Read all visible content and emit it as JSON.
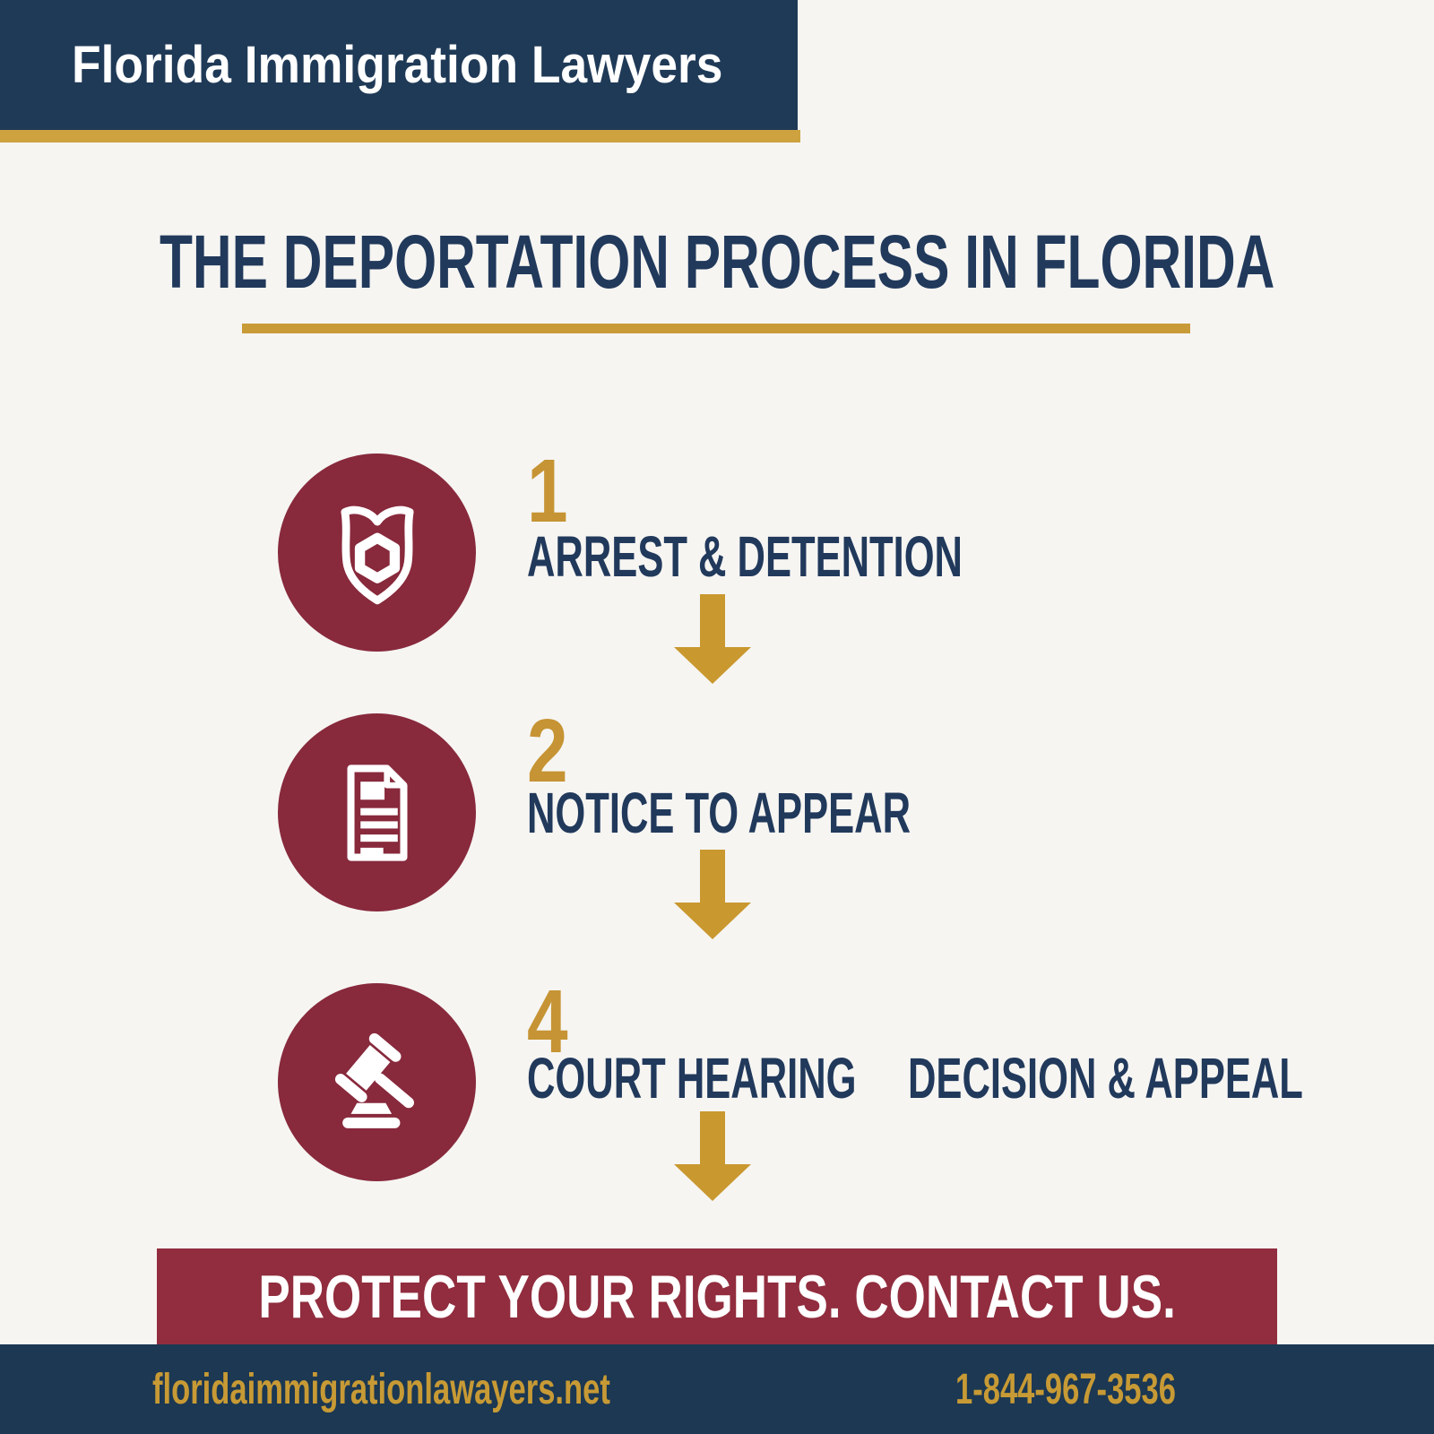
{
  "header": {
    "brand": "Florida Immigration Lawyers"
  },
  "title": "THE DEPORTATION PROCESS IN FLORIDA",
  "steps": [
    {
      "number": "1",
      "label": "ARREST & DETENTION",
      "icon": "badge-shield-icon"
    },
    {
      "number": "2",
      "label": "NOTICE TO APPEAR",
      "icon": "document-icon"
    },
    {
      "number": "4",
      "label": "COURT HEARING",
      "extra_label": "DECISION & APPEAL",
      "icon": "gavel-icon"
    }
  ],
  "cta": {
    "text": "PROTECT YOUR RIGHTS. CONTACT US."
  },
  "footer": {
    "website": "floridaimmigrationlawayers.net",
    "phone": "1-844-967-3536"
  },
  "colors": {
    "header_navy": "#1F3A57",
    "footer_navy": "#1C3852",
    "text_navy": "#21395B",
    "gold": "#C99B38",
    "number_gold": "#C69434",
    "circle_maroon": "#88293C",
    "banner_maroon": "#912D3E",
    "background": "#F6F5F2",
    "white": "#FFFFFF"
  }
}
